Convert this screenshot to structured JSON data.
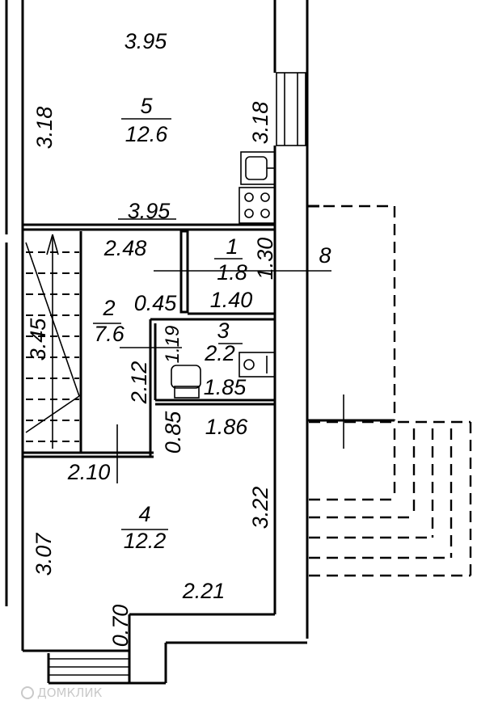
{
  "rooms": {
    "r5": {
      "number": "5",
      "area": "12.6"
    },
    "r1": {
      "number": "1",
      "area": "1.8"
    },
    "r2": {
      "number": "2",
      "area": "7.6"
    },
    "r3": {
      "number": "3",
      "area": "2.2"
    },
    "r4": {
      "number": "4",
      "area": "12.2"
    },
    "r8": {
      "number": "8"
    }
  },
  "dimensions": {
    "d395_top": "3.95",
    "d318_left": "3.18",
    "d318_right": "3.18",
    "d395_mid": "3.95",
    "d248": "2.48",
    "d130": "1.30",
    "d045": "0.45",
    "d140": "1.40",
    "d345": "3.45",
    "d119": "1.19",
    "d212": "2.12",
    "d185": "1.85",
    "d085": "0.85",
    "d186": "1.86",
    "d210": "2.10",
    "d322": "3.22",
    "d307": "3.07",
    "d221": "2.21",
    "d070": "0.70"
  },
  "watermark": "ДОМКЛИК"
}
